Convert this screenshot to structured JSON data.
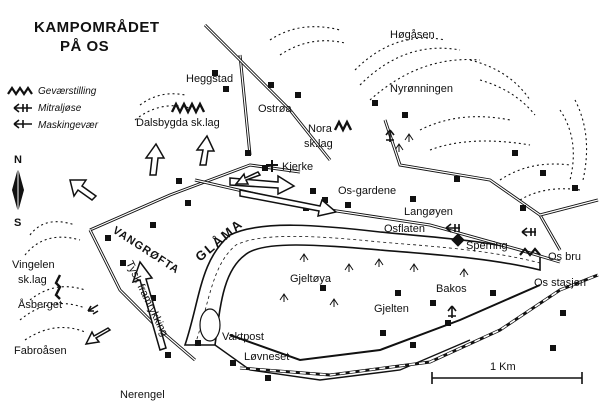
{
  "title": {
    "line1": "KAMPOMRÅDET",
    "line2": "PÅ OS"
  },
  "legend": [
    {
      "label": "Geværstilling",
      "icon": "rifle-position-icon"
    },
    {
      "label": "Mitraljøse",
      "icon": "machine-gun-icon"
    },
    {
      "label": "Maskingevær",
      "icon": "light-machine-gun-icon"
    }
  ],
  "compass": {
    "north": "N",
    "south": "S"
  },
  "river": {
    "name": "GLÅMA"
  },
  "road_label": "VANGRØFTA",
  "advance_label": "Tysk framrykking",
  "places": {
    "hogasen": "Høgåsen",
    "heggstad": "Heggstad",
    "ostroa": "Ostrøa",
    "nyronningen": "Nyrønningen",
    "dalsbygda": "Dalsbygda sk.lag",
    "nora_1": "Nora",
    "nora_2": "sk.lag",
    "kjerke": "Kjerke",
    "osgardene": "Os-gardene",
    "langoyen": "Langøyen",
    "osflaten": "Osflaten",
    "sperring": "Sperring",
    "osbru": "Os bru",
    "osstasjon": "Os stasjon",
    "vingelen_1": "Vingelen",
    "vingelen_2": "sk.lag",
    "asberget": "Åsberget",
    "fabroasen": "Fabroåsen",
    "gjeltoya": "Gjeltøya",
    "bakos": "Bakos",
    "gjelten": "Gjelten",
    "vaktpost": "Vaktpost",
    "lovneset": "Løvneset",
    "nerengel": "Nerengel"
  },
  "scale": {
    "label": "1 Km"
  },
  "colors": {
    "ink": "#111111",
    "paper": "#ffffff"
  }
}
